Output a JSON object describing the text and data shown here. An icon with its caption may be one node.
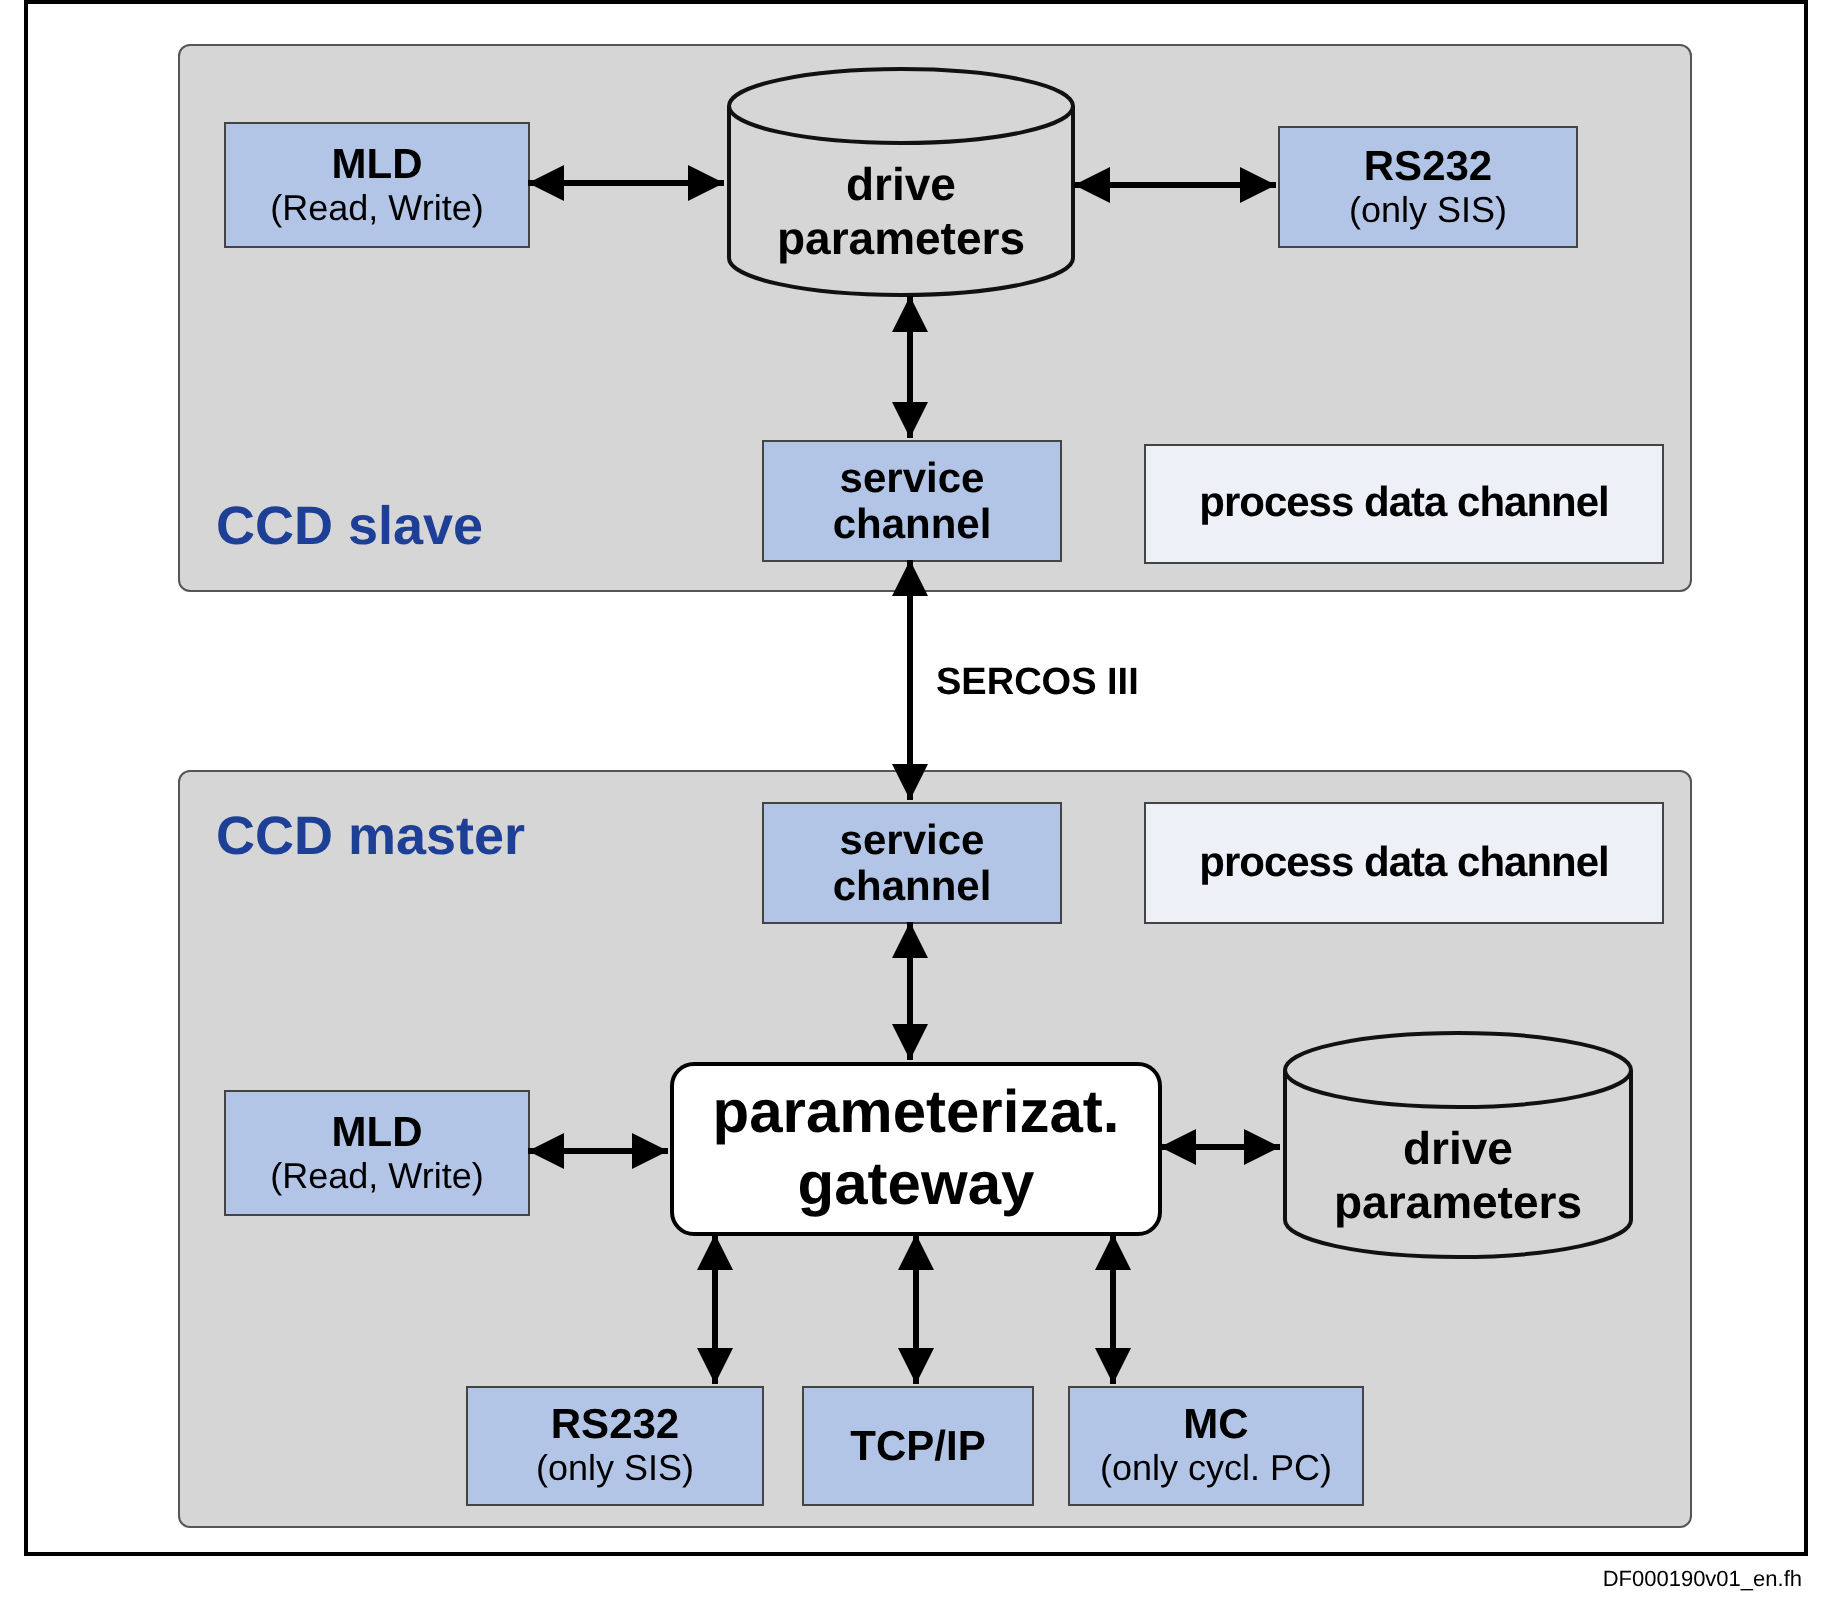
{
  "diagram": {
    "nodes": [
      {
        "text": [
          "CCD slave"
        ]
      },
      {
        "text": [
          "MLD",
          "(Read, Write)"
        ],
        "in": 0
      },
      {
        "text": [
          "drive parameters"
        ],
        "in": 0
      },
      {
        "text": [
          "RS232",
          "(only SIS)"
        ],
        "in": 0
      },
      {
        "text": [
          "service channel"
        ],
        "in": 0
      },
      {
        "text": [
          "process data channel"
        ],
        "in": 0
      },
      {
        "text": [
          "CCD master"
        ]
      },
      {
        "text": [
          "service channel"
        ],
        "in": 6
      },
      {
        "text": [
          "process data channel"
        ],
        "in": 6
      },
      {
        "text": [
          "MLD",
          "(Read, Write)"
        ],
        "in": 6
      },
      {
        "text": [
          "parameterizat. gateway"
        ],
        "in": 6
      },
      {
        "text": [
          "drive parameters"
        ],
        "in": 6
      },
      {
        "text": [
          "RS232",
          "(only SIS)"
        ],
        "in": 6
      },
      {
        "text": [
          "TCP/IP"
        ],
        "in": 6
      },
      {
        "text": [
          "MC",
          "(only cycl. PC)"
        ],
        "in": 6
      }
    ],
    "edges": [
      {
        "from": 1,
        "to": 2,
        "arrow": "both"
      },
      {
        "from": 2,
        "to": 3,
        "arrow": "both"
      },
      {
        "from": 2,
        "to": 4,
        "arrow": "both"
      },
      {
        "from": 4,
        "to": 7,
        "arrow": "both",
        "label": "SERCOS III"
      },
      {
        "from": 7,
        "to": 10,
        "arrow": "both"
      },
      {
        "from": 9,
        "to": 10,
        "arrow": "both"
      },
      {
        "from": 10,
        "to": 11,
        "arrow": "both"
      },
      {
        "from": 10,
        "to": 12,
        "arrow": "both"
      },
      {
        "from": 10,
        "to": 13,
        "arrow": "both"
      },
      {
        "from": 10,
        "to": 14,
        "arrow": "both"
      }
    ],
    "labels": [
      "DF000190v01_en.fh"
    ]
  }
}
